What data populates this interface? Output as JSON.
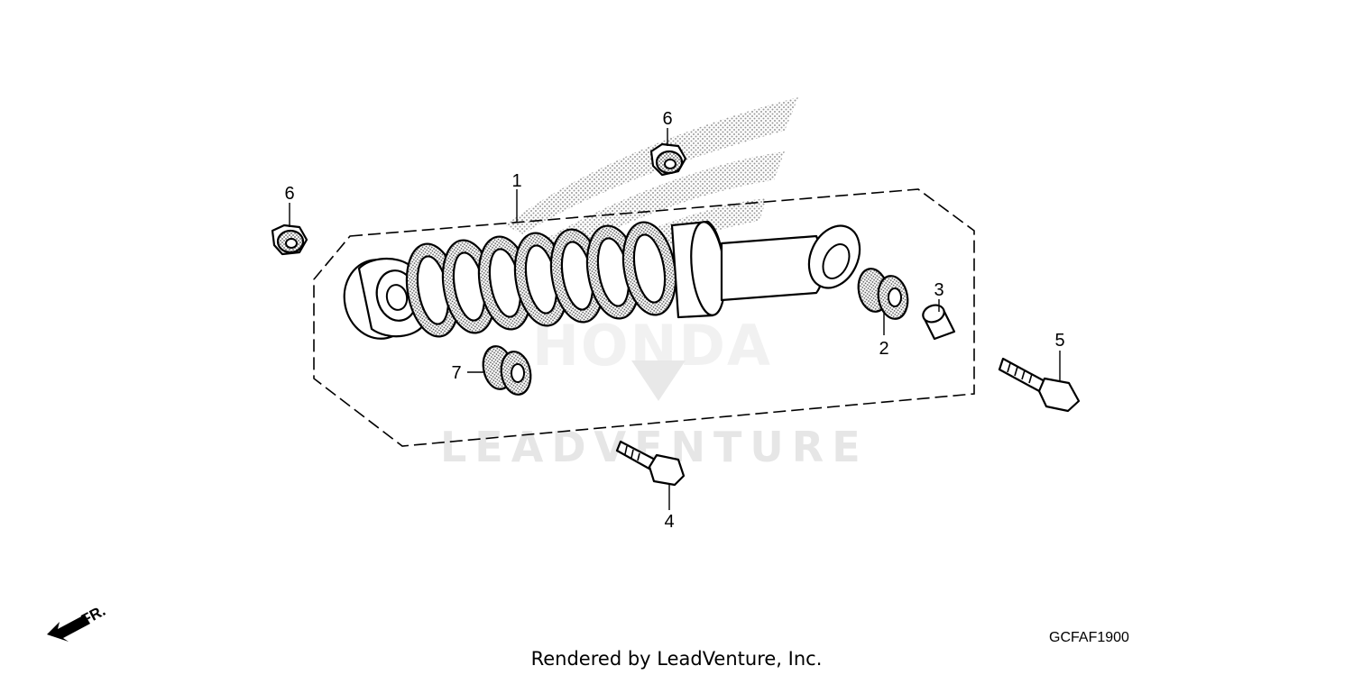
{
  "diagram": {
    "callouts": {
      "c1": "1",
      "c2": "2",
      "c3": "3",
      "c4": "4",
      "c5": "5",
      "c6a": "6",
      "c6b": "6",
      "c7": "7"
    },
    "diagram_code": "GCFAF1900",
    "front_marker": "FR.",
    "footer": "Rendered by LeadVenture, Inc.",
    "watermark": {
      "brand": "HONDA",
      "company": "LEADVENTURE"
    }
  }
}
